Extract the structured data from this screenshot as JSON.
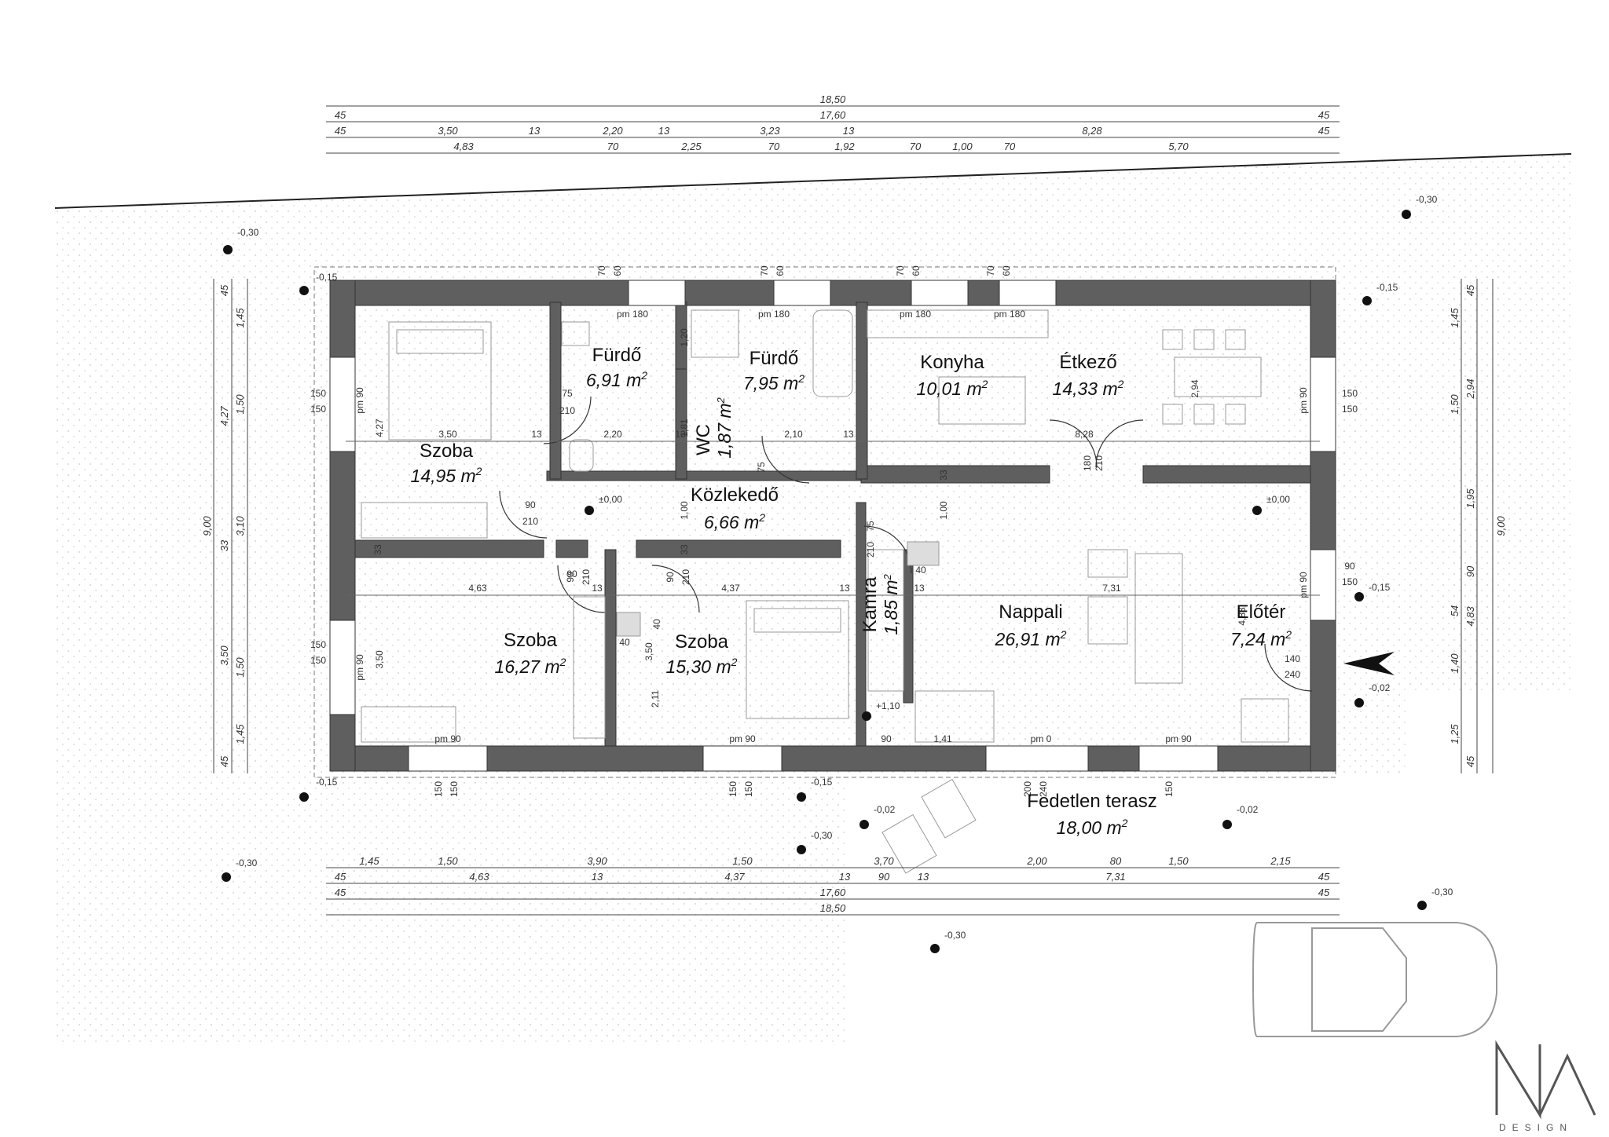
{
  "colors": {
    "wall": "#5f5f5f",
    "wall_outline": "#333333",
    "dimension_line": "#444444",
    "furniture": "#9a9a9a"
  },
  "rooms": [
    {
      "id": "szoba-1",
      "name": "Szoba",
      "area": "14,95",
      "unit": "m",
      "sup": "2"
    },
    {
      "id": "furdo-1",
      "name": "Fürdő",
      "area": "6,91",
      "unit": "m",
      "sup": "2"
    },
    {
      "id": "furdo-2",
      "name": "Fürdő",
      "area": "7,95",
      "unit": "m",
      "sup": "2"
    },
    {
      "id": "konyha",
      "name": "Konyha",
      "area": "10,01",
      "unit": "m",
      "sup": "2"
    },
    {
      "id": "etkezo",
      "name": "Étkező",
      "area": "14,33",
      "unit": "m",
      "sup": "2"
    },
    {
      "id": "kozlekedo",
      "name": "Közlekedő",
      "area": "6,66",
      "unit": "m",
      "sup": "2"
    },
    {
      "id": "wc",
      "name": "WC",
      "area": "1,87",
      "unit": "m",
      "sup": "2"
    },
    {
      "id": "szoba-2",
      "name": "Szoba",
      "area": "16,27",
      "unit": "m",
      "sup": "2"
    },
    {
      "id": "szoba-3",
      "name": "Szoba",
      "area": "15,30",
      "unit": "m",
      "sup": "2"
    },
    {
      "id": "kamra",
      "name": "Kamra",
      "area": "1,85",
      "unit": "m",
      "sup": "2"
    },
    {
      "id": "nappali",
      "name": "Nappali",
      "area": "26,91",
      "unit": "m",
      "sup": "2"
    },
    {
      "id": "eloter",
      "name": "Előtér",
      "area": "7,24",
      "unit": "m",
      "sup": "2"
    },
    {
      "id": "terasz",
      "name": "Fedetlen terasz",
      "area": "18,00",
      "unit": "m",
      "sup": "2"
    }
  ],
  "top_dims": {
    "row1": [
      "18,50"
    ],
    "row2": [
      "45",
      "17,60",
      "45"
    ],
    "row3": [
      "45",
      "3,50",
      "13",
      "2,20",
      "13",
      "3,23",
      "13",
      "8,28",
      "45"
    ],
    "row4": [
      "4,83",
      "70",
      "2,25",
      "70",
      "1,92",
      "70",
      "1,00",
      "70",
      "5,70"
    ]
  },
  "bottom_dims": {
    "row1": [
      "1,45",
      "1,50",
      "3,90",
      "1,50",
      "3,70",
      "2,00",
      "80",
      "1,50",
      "2,15"
    ],
    "row2": [
      "45",
      "4,63",
      "13",
      "4,37",
      "13",
      "90",
      "13",
      "7,31",
      "45"
    ],
    "row3": [
      "45",
      "17,60",
      "45"
    ],
    "row4": [
      "18,50"
    ]
  },
  "left_dims": {
    "outer": "9,00",
    "mid": [
      "45",
      "4,27",
      "33",
      "3,50",
      "45"
    ],
    "inner": [
      "1,45",
      "1,50",
      "3,10",
      "1,50",
      "1,45"
    ]
  },
  "right_dims": {
    "outer": "9,00",
    "mid": [
      "45",
      "2,94",
      "1,95",
      "90",
      "4,83",
      "45"
    ],
    "inner": [
      "1,45",
      "1,50",
      "54",
      "1,40",
      "1,25"
    ]
  },
  "interior_labels": [
    "3,50",
    "13",
    "2,20",
    "13",
    "2,10",
    "13",
    "8,28",
    "4,63",
    "13",
    "4,37",
    "13",
    "13",
    "7,31",
    "33",
    "33",
    "33",
    "1,00",
    "1,00",
    "1,20",
    "1,81",
    "2,94",
    "4,83",
    "3,50",
    "4,27",
    "3,50",
    "1,41",
    "2,11",
    "90",
    "90",
    "90",
    "40",
    "40",
    "40",
    "180",
    "210",
    "75",
    "75",
    "210",
    "90",
    "210",
    "90",
    "210",
    "90",
    "210",
    "75",
    "210",
    "140",
    "240",
    "200",
    "240",
    "150",
    "150"
  ],
  "window_labels": [
    "pm 180",
    "pm 180",
    "pm 180",
    "pm 180",
    "pm 90",
    "pm 90",
    "pm 90",
    "pm 0",
    "pm 90",
    "pm 90",
    "pm 90",
    "pm 90"
  ],
  "window_dims": [
    "70",
    "60",
    "70",
    "60",
    "70",
    "60",
    "70",
    "60",
    "150",
    "150",
    "150",
    "150",
    "150",
    "150",
    "150",
    "150",
    "150",
    "150"
  ],
  "levels": [
    "-0,30",
    "-0,30",
    "-0,15",
    "-0,15",
    "±0,00",
    "±0,00",
    "-0,15",
    "-0,02",
    "+1,10",
    "-0,15",
    "-0,15",
    "-0,30",
    "-0,02",
    "-0,02",
    "-0,30",
    "-0,30",
    "-0,30"
  ],
  "logo": {
    "text": "DESIGN"
  }
}
